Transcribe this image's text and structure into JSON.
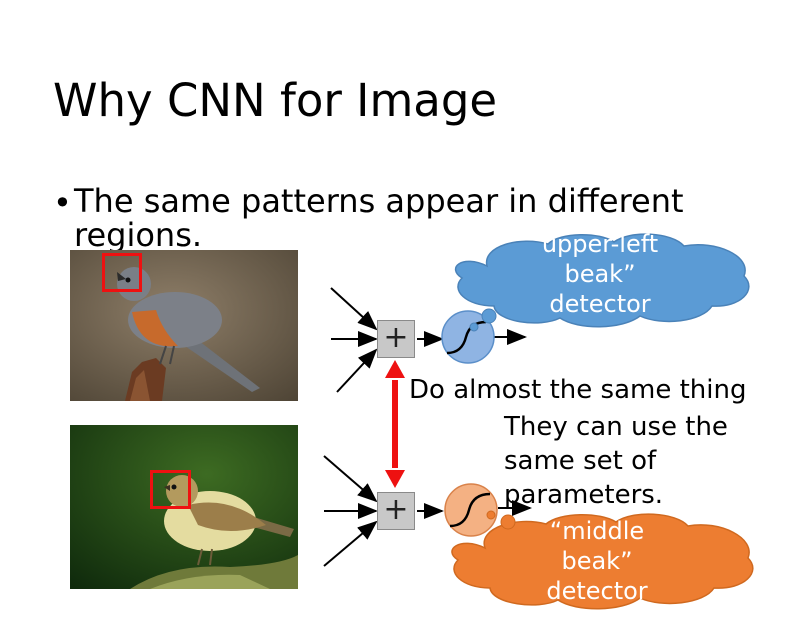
{
  "slide": {
    "title": "Why CNN for Image",
    "bullet": {
      "marker": "•",
      "text": "The same patterns appear in different regions."
    }
  },
  "diagram": {
    "operator_symbol": "+",
    "upper_cloud": {
      "lines": [
        "upper-left",
        "beak”",
        "detector"
      ],
      "color": "#5b9bd5"
    },
    "lower_cloud": {
      "lines": [
        "“middle",
        "beak”",
        "detector"
      ],
      "color": "#ed7d31"
    },
    "upper_neuron_color": "#8fb4e3",
    "lower_neuron_color": "#f4b183",
    "connector_color": "#ee1111",
    "annotation_same_thing": "Do almost the same thing",
    "annotation_parameters": [
      "They can use the",
      "same set of",
      "parameters."
    ]
  }
}
